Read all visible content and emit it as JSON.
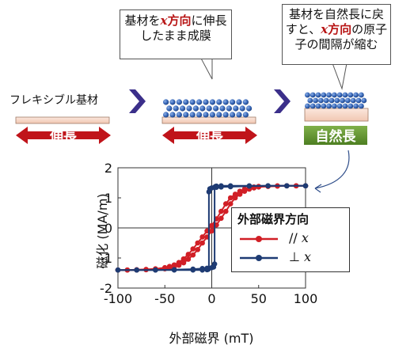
{
  "callouts": {
    "stretched_growth": {
      "line1_pre": "基材を",
      "line1_x": "x",
      "line1_dir": "方向",
      "line1_post": "に伸長",
      "line2": "したまま成膜"
    },
    "relaxed": {
      "line1": "基材を自然長に戻",
      "line2_pre": "すと、",
      "line2_x": "x",
      "line2_dir": "方向",
      "line2_post": "の原子",
      "line3": "子の間隔が縮む"
    }
  },
  "substrate_label": "フレキシブル基材",
  "stage_labels": {
    "stretch1": "伸長",
    "stretch2": "伸長",
    "natural": "自然長"
  },
  "colors": {
    "red_arrow": "#c0141a",
    "natural_green": "#5a8f2a",
    "substrate": "#f4d3c2",
    "atom_blue": "#2f5fae",
    "parallel_series": "#d11f26",
    "perp_series": "#1e3b73",
    "chevron": "#3b2f8a"
  },
  "icons": [
    "double-arrow-icon",
    "chevron-right-icon",
    "atom-layer-icon"
  ],
  "legend": {
    "title": "外部磁界方向",
    "parallel_symbol": "//",
    "parallel_var": "x",
    "perp_symbol": "⊥",
    "perp_var": "x"
  },
  "chart_data": {
    "type": "line",
    "xlabel": "外部磁界 (mT)",
    "ylabel": "磁化 (MA/m)",
    "xlim": [
      -100,
      100
    ],
    "ylim": [
      -2,
      2
    ],
    "xticks": [
      "-100",
      "-50",
      "0",
      "50",
      "100"
    ],
    "yticks": [
      "-2",
      "-1",
      "0",
      "1",
      "2"
    ],
    "zero_lines": true,
    "series": [
      {
        "name": "// x",
        "color": "#d11f26",
        "branch_up": {
          "x": [
            -100,
            -90,
            -80,
            -70,
            -60,
            -50,
            -45,
            -40,
            -35,
            -30,
            -25,
            -20,
            -15,
            -10,
            -5,
            0,
            5,
            10,
            15,
            20,
            25,
            30,
            35,
            40,
            45,
            50,
            60,
            70,
            80,
            90,
            100
          ],
          "y": [
            -1.4,
            -1.4,
            -1.39,
            -1.38,
            -1.36,
            -1.32,
            -1.28,
            -1.23,
            -1.15,
            -1.03,
            -0.88,
            -0.7,
            -0.5,
            -0.3,
            -0.1,
            0.08,
            0.3,
            0.55,
            0.8,
            1.0,
            1.12,
            1.22,
            1.29,
            1.33,
            1.36,
            1.38,
            1.39,
            1.4,
            1.4,
            1.4,
            1.4
          ]
        },
        "branch_down": {
          "x": [
            100,
            90,
            80,
            70,
            60,
            50,
            45,
            40,
            35,
            30,
            25,
            20,
            15,
            10,
            5,
            0,
            -5,
            -10,
            -15,
            -20,
            -25,
            -30,
            -35,
            -40,
            -45,
            -50,
            -60,
            -70,
            -80,
            -90,
            -100
          ],
          "y": [
            1.4,
            1.4,
            1.4,
            1.39,
            1.38,
            1.36,
            1.33,
            1.29,
            1.22,
            1.12,
            1.0,
            0.8,
            0.55,
            0.32,
            0.1,
            -0.1,
            -0.3,
            -0.5,
            -0.72,
            -0.9,
            -1.04,
            -1.16,
            -1.24,
            -1.3,
            -1.33,
            -1.36,
            -1.38,
            -1.39,
            -1.4,
            -1.4,
            -1.4
          ]
        }
      },
      {
        "name": "⊥ x",
        "color": "#1e3b73",
        "branch_up": {
          "x": [
            -100,
            -80,
            -60,
            -40,
            -20,
            -10,
            -5,
            0,
            2,
            3,
            3,
            4,
            5,
            10,
            20,
            40,
            60,
            80,
            100
          ],
          "y": [
            -1.4,
            -1.4,
            -1.4,
            -1.39,
            -1.37,
            -1.35,
            -1.34,
            -1.32,
            -1.3,
            -1.2,
            1.35,
            1.38,
            1.39,
            1.4,
            1.4,
            1.4,
            1.4,
            1.4,
            1.4
          ]
        },
        "branch_down": {
          "x": [
            100,
            80,
            60,
            40,
            20,
            10,
            5,
            0,
            -2,
            -3,
            -3,
            -4,
            -5,
            -10,
            -20,
            -40,
            -60,
            -80,
            -100
          ],
          "y": [
            1.4,
            1.4,
            1.4,
            1.39,
            1.37,
            1.36,
            1.35,
            1.33,
            1.3,
            1.2,
            -1.35,
            -1.38,
            -1.39,
            -1.4,
            -1.4,
            -1.4,
            -1.4,
            -1.4,
            -1.4
          ]
        }
      }
    ]
  }
}
